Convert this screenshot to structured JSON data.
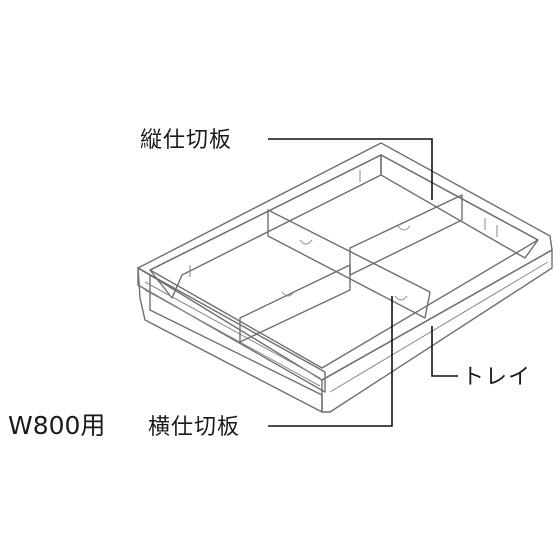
{
  "labels": {
    "vertical_divider": "縦仕切板",
    "horizontal_divider": "横仕切板",
    "tray": "トレイ",
    "model": "W800用"
  },
  "colors": {
    "vertical_divider": "#9cc4e6",
    "horizontal_divider": "#a6d79b",
    "tray_frame": "#f2f2f2",
    "tray_floor": "#ffffff",
    "tray_outline": "#6f6f6f",
    "leader_line": "#111111"
  }
}
